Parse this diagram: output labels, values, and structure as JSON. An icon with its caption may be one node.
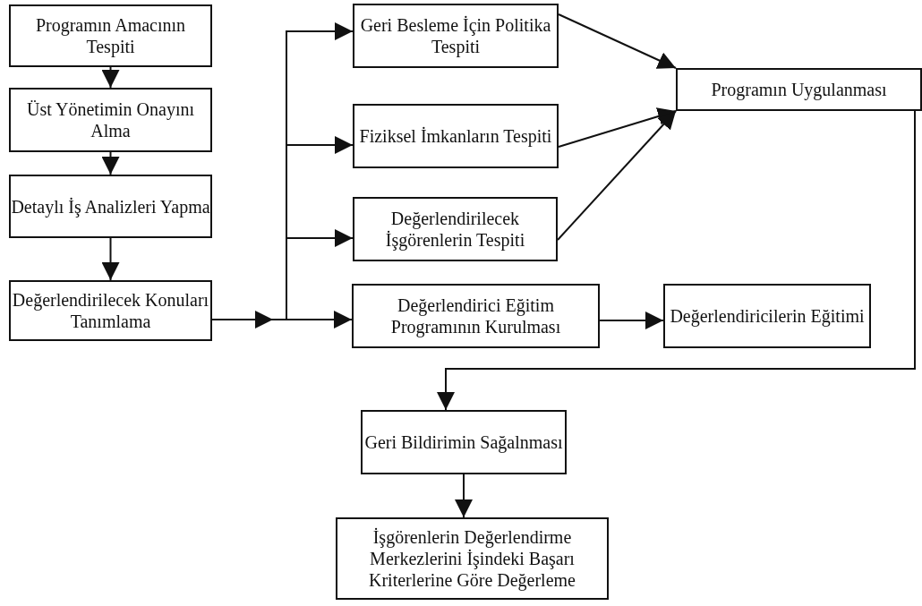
{
  "diagram": {
    "nodes": [
      {
        "text": [
          "Programın Amacının Tespiti"
        ]
      },
      {
        "text": [
          "Üst Yönetimin Onayını Alma"
        ]
      },
      {
        "text": [
          "Detaylı İş Analizleri Yapma"
        ]
      },
      {
        "text": [
          "Değerlendirilecek Konuları Tanımlama"
        ]
      },
      {
        "text": [
          "Geri Besleme İçin Politika Tespiti"
        ]
      },
      {
        "text": [
          "Fiziksel İmkanların Tespiti"
        ]
      },
      {
        "text": [
          "Değerlendirilecek İşgörenlerin Tespiti"
        ]
      },
      {
        "text": [
          "Değerlendirici Eğitim Programının Kurulması"
        ]
      },
      {
        "text": [
          "Programın Uygulanması"
        ]
      },
      {
        "text": [
          "Değerlendiricilerin Eğitimi"
        ]
      },
      {
        "text": [
          "Geri Bildirimin Sağalnması"
        ]
      },
      {
        "text": [
          "İşgörenlerin Değerlendirme Merkezlerini İşindeki Başarı Kriterlerine Göre Değerleme"
        ]
      }
    ],
    "edges": [
      {
        "from": 0,
        "to": 1,
        "arrow": "to"
      },
      {
        "from": 1,
        "to": 2,
        "arrow": "to"
      },
      {
        "from": 2,
        "to": 3,
        "arrow": "to"
      },
      {
        "from": 3,
        "to": 4,
        "arrow": "to"
      },
      {
        "from": 3,
        "to": 5,
        "arrow": "to"
      },
      {
        "from": 3,
        "to": 6,
        "arrow": "to"
      },
      {
        "from": 3,
        "to": 7,
        "arrow": "to"
      },
      {
        "from": 4,
        "to": 8,
        "arrow": "to"
      },
      {
        "from": 5,
        "to": 8,
        "arrow": "to"
      },
      {
        "from": 6,
        "to": 8,
        "arrow": "to"
      },
      {
        "from": 7,
        "to": 9,
        "arrow": "to"
      },
      {
        "from": 8,
        "to": 10,
        "arrow": "to"
      },
      {
        "from": 10,
        "to": 11,
        "arrow": "to"
      }
    ]
  }
}
